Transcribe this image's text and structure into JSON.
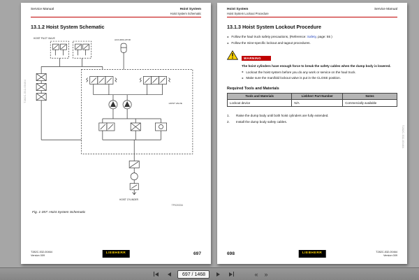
{
  "toolbar": {
    "page_indicator": "697 / 1468",
    "icons": {
      "first_page": "first-page-icon",
      "previous_page": "previous-page-icon",
      "next_page": "next-page-icon",
      "last_page": "last-page-icon",
      "previous_view": "«",
      "next_view": "»"
    }
  },
  "colors": {
    "accent_red": "#c00000",
    "link_blue": "#2244bb",
    "logo_yellow": "#ffd400",
    "table_header_gray": "#b5b5b5"
  },
  "left_page": {
    "header_outer": "Service Manual",
    "header_chapter": "Hoist System",
    "header_section": "Hoist System Schematic",
    "title": "13.1.2  Hoist System Schematic",
    "schematic": {
      "label_pilot_valve": "HOIST PILOT VALVE",
      "label_accumulator": "ACCUMULATOR",
      "label_hoist_valve": "HOIST VALVE",
      "label_cylinder": "HOIST CYLINDER",
      "drawing_number": "TP020334"
    },
    "caption": "Fig. 1-357:  Hoist System Schematic",
    "vertical_text": "T282C-532-00464",
    "footer_doc": "T282C-532-00464",
    "footer_version": "Version 009",
    "logo": "LIEBHERR",
    "page_number": "697"
  },
  "right_page": {
    "header_chapter": "Hoist System",
    "header_section": "Hoist System Lockout Procedure",
    "header_outer": "Service Manual",
    "title": "13.1.3  Hoist System Lockout Procedure",
    "bullet_marker": "►",
    "bullets": [
      {
        "pre": "Follow the haul truck safety precautions, (Reference: ",
        "link": "Safety",
        "post": ", page:  55 )"
      },
      {
        "text": "Follow the mine-specific lockout and tagout procedures."
      }
    ],
    "warning": {
      "label": "WARNING",
      "text": "The hoist cylinders have enough force to break the safety cables when the dump body is lowered.",
      "bullets": [
        "Lockout the hoist system before you do any work or service on the haul truck.",
        "Make sure the manifold lockout valve is put in the CLOSE position."
      ]
    },
    "tools_heading": "Required Tools and Materials",
    "table": {
      "headers": [
        "Tools and Materials",
        "Liebherr Part Number",
        "Notes"
      ],
      "rows": [
        [
          "Lockout device",
          "N/A",
          "Commercially available"
        ]
      ]
    },
    "steps": [
      {
        "num": "1.",
        "text": "Raise the dump body until both hoist cylinders are fully extended."
      },
      {
        "num": "2.",
        "text": "Install the dump body safety cables."
      }
    ],
    "page_number": "698",
    "footer_doc": "T282C-532-00464",
    "footer_version": "Version 009",
    "logo": "LIEBHERR",
    "vertical_text": "T282C-532-00464"
  }
}
